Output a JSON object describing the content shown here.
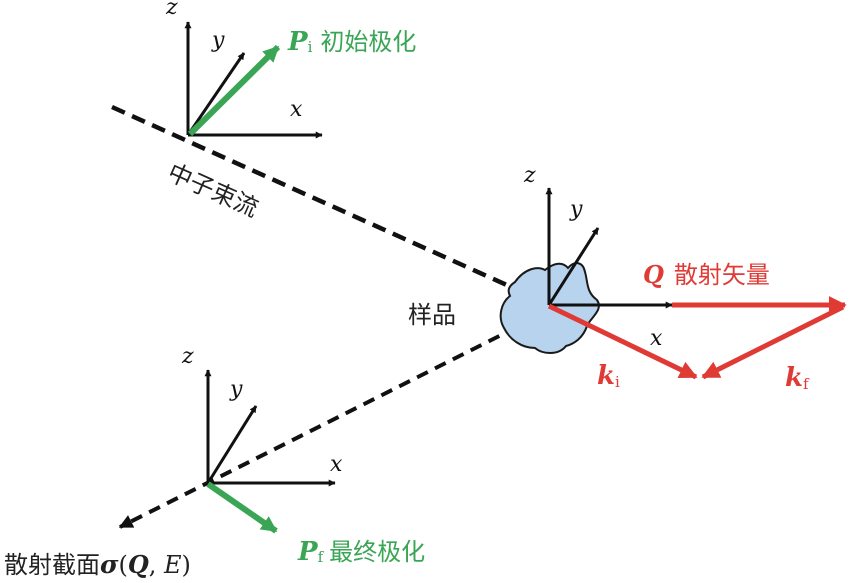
{
  "colors": {
    "green": "#3aa655",
    "red": "#e03a35",
    "black": "#111111",
    "sample_fill": "#b7d3ee",
    "sample_stroke": "#1a1a1a"
  },
  "labels": {
    "incident_beam": "中子束流",
    "sample": "样品",
    "pi_symbol": "P",
    "pi_sub": "i",
    "pi_text": "初始极化",
    "pf_symbol": "P",
    "pf_sub": "f",
    "pf_text": "最终极化",
    "q_symbol": "Q",
    "q_text": "散射矢量",
    "ki_symbol": "k",
    "ki_sub": "i",
    "kf_symbol": "k",
    "kf_sub": "f",
    "cross_section_text": "散射截面",
    "cross_section_sigma": "σ",
    "cross_section_open": "(",
    "cross_section_q": "Q",
    "cross_section_sep": ", ",
    "cross_section_e": "E",
    "cross_section_close": ")"
  },
  "axes": {
    "incident": {
      "z": "z",
      "y": "y",
      "x": "x"
    },
    "sample": {
      "z": "z",
      "y": "y",
      "x": "x"
    },
    "scattered": {
      "z": "z",
      "y": "y",
      "x": "x"
    }
  }
}
